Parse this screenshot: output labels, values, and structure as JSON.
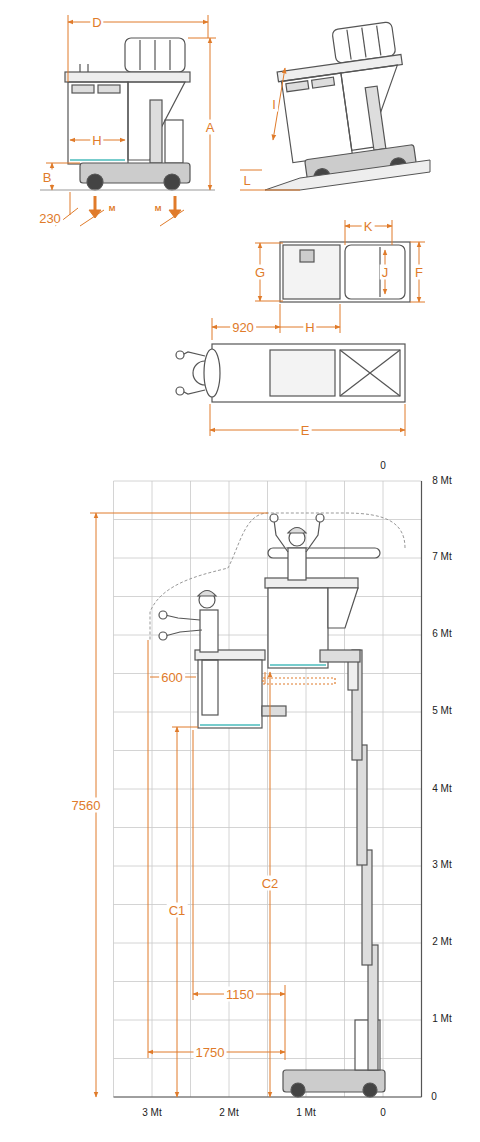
{
  "diagram": {
    "labels": [
      "D",
      "A",
      "B",
      "H",
      "230",
      "M",
      "M",
      "I",
      "L",
      "K",
      "G",
      "J",
      "F",
      "920",
      "H",
      "E",
      "0",
      "8 Mt",
      "7 Mt",
      "6 Mt",
      "5 Mt",
      "4 Mt",
      "3 Mt",
      "2 Mt",
      "1 Mt",
      "0",
      "600",
      "7560",
      "C1",
      "C2",
      "1150",
      "1750",
      "3 Mt",
      "2 Mt",
      "1 Mt",
      "0"
    ]
  }
}
